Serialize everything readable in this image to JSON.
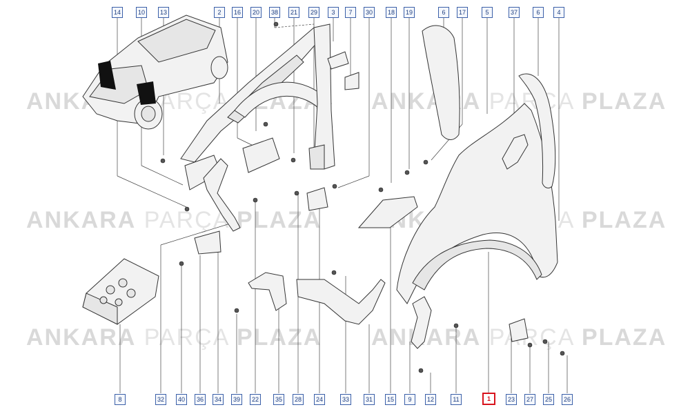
{
  "watermark": {
    "brand_bold": "ANKARA",
    "brand_light": "PARÇA",
    "brand_end": "PLAZA"
  },
  "callouts_top": [
    "14",
    "10",
    "13",
    "2",
    "16",
    "20",
    "38",
    "21",
    "29",
    "3",
    "7",
    "30",
    "18",
    "19",
    "6",
    "17",
    "5",
    "37",
    "6",
    "4"
  ],
  "callouts_bottom": [
    "8",
    "32",
    "40",
    "36",
    "34",
    "39",
    "22",
    "35",
    "28",
    "24",
    "33",
    "31",
    "15",
    "9",
    "12",
    "11",
    "1",
    "23",
    "27",
    "25",
    "26"
  ],
  "highlighted_part": "1",
  "colors": {
    "callout_border": "#3a5fa8",
    "highlight": "#d8121c",
    "watermark": "#d9d9d9"
  }
}
